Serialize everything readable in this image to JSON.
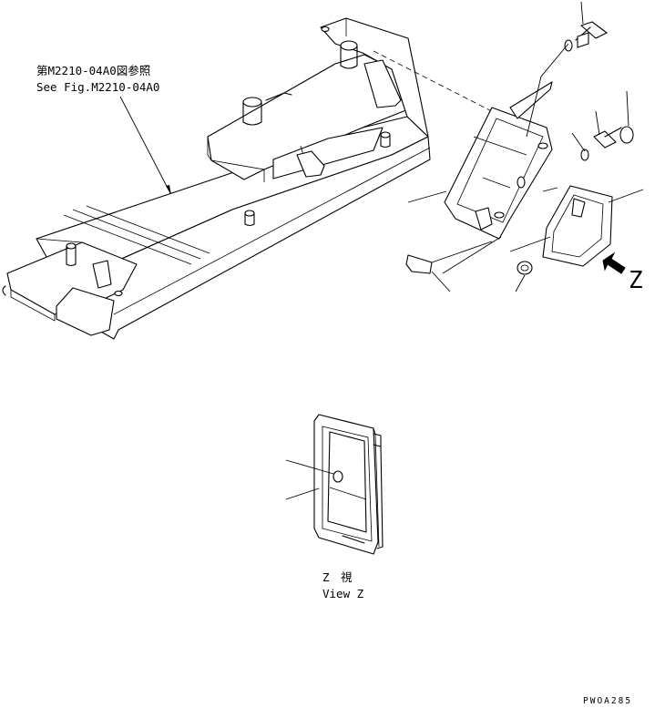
{
  "reference_note": {
    "line_jp": "第M2210-04A0図参照",
    "line_en": "See Fig.M2210-04A0"
  },
  "view_marker": {
    "letter": "Z"
  },
  "view_caption": {
    "line_jp": "Z　視",
    "line_en": "View Z"
  },
  "drawing_code": "PWOA285"
}
